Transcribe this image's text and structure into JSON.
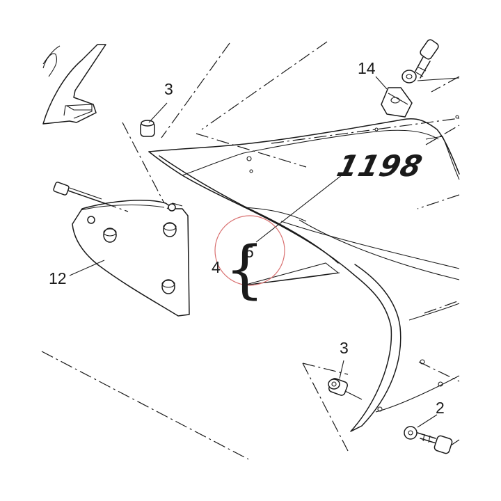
{
  "diagram": {
    "fairing_logo": "1198",
    "callouts": {
      "part_14": "14",
      "part_3_top": "3",
      "part_12": "12",
      "part_4": "4",
      "part_5": "5",
      "part_3_bottom": "3",
      "part_2": "2"
    },
    "colors": {
      "line": "#1a1a1a",
      "highlight_circle": "#d97070",
      "background": "#ffffff"
    }
  }
}
